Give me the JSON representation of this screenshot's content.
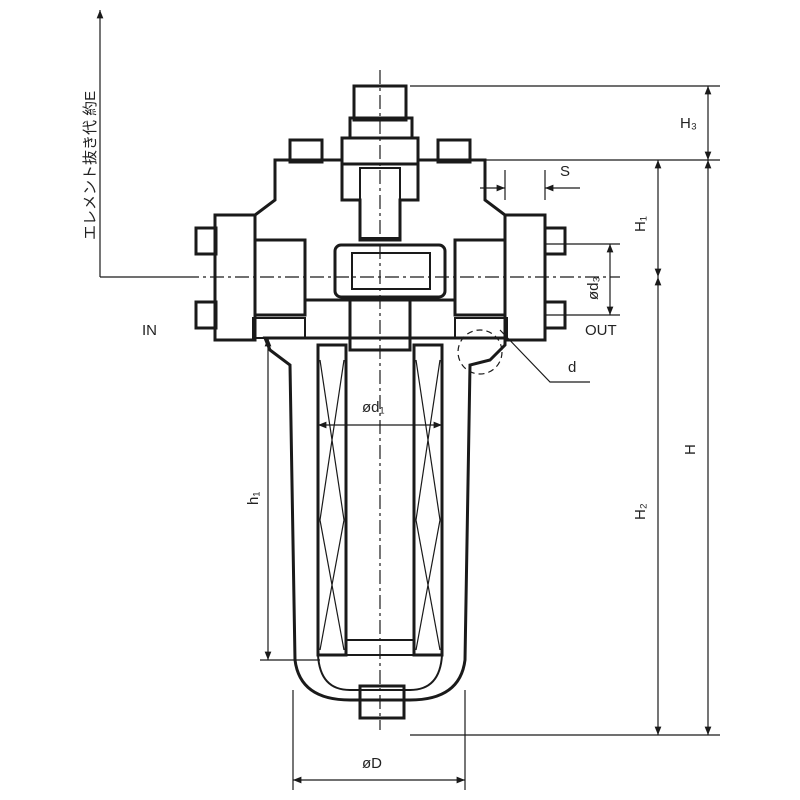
{
  "drawing": {
    "element_removal_label": "エレメント抜き代 約E",
    "labels": {
      "h3": "H₃",
      "h1": "H₁",
      "h": "H",
      "h2": "H₂",
      "s": "S",
      "d3": "ød₃",
      "out": "OUT",
      "in": "IN",
      "d": "d",
      "d1": "ød₁",
      "h1_small": "h₁",
      "D": "øD"
    }
  }
}
